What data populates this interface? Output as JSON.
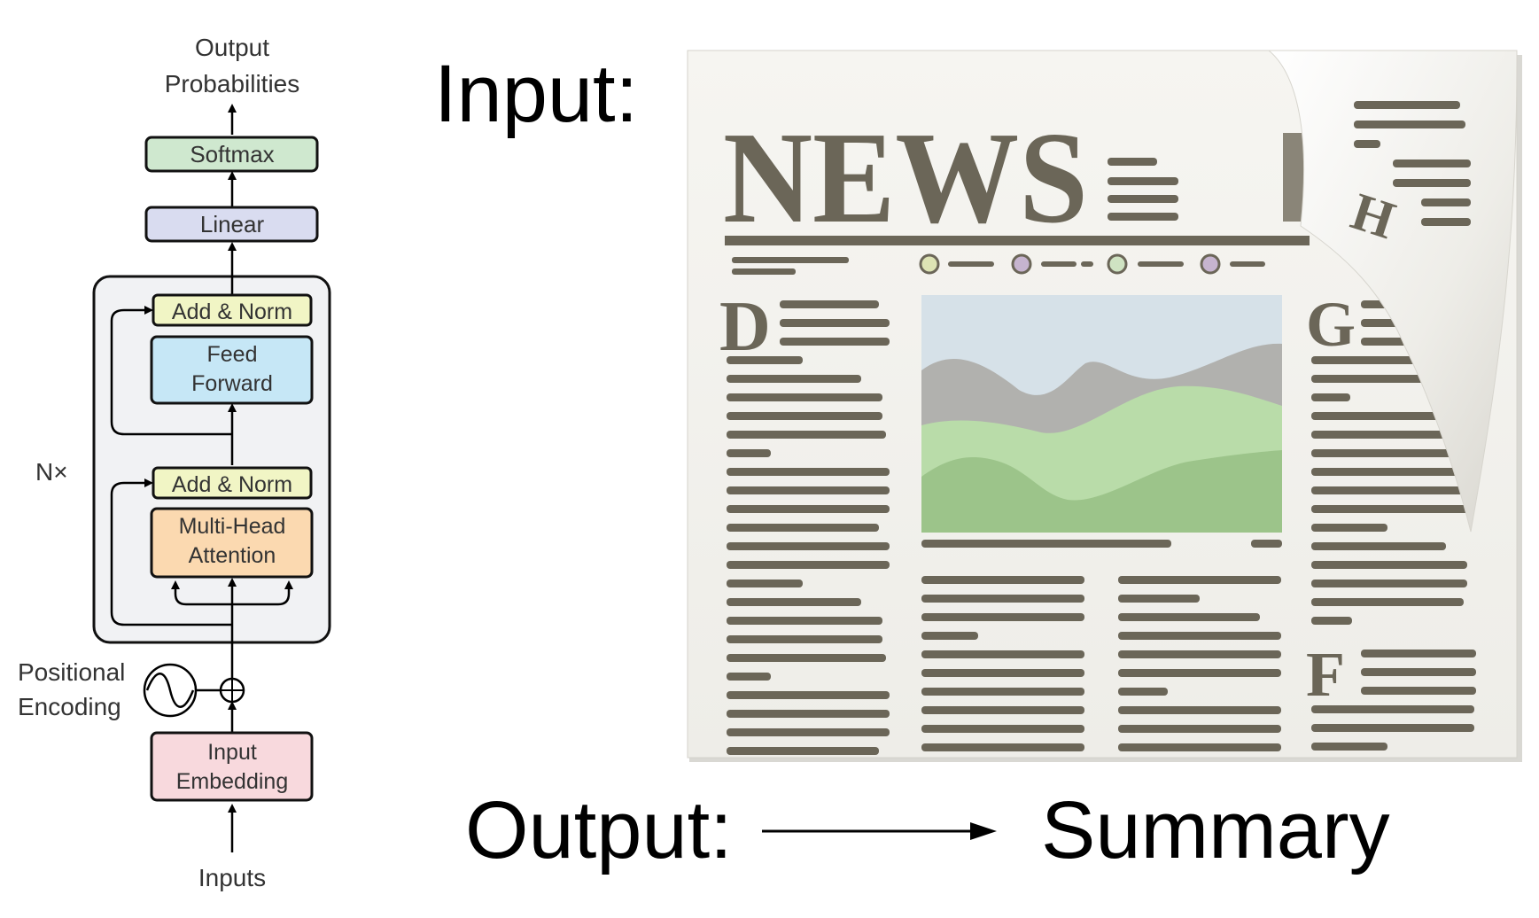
{
  "diagram": {
    "output_label_line1": "Output",
    "output_label_line2": "Probabilities",
    "softmax": "Softmax",
    "linear": "Linear",
    "add_norm_top": "Add & Norm",
    "feed_forward_line1": "Feed",
    "feed_forward_line2": "Forward",
    "add_norm_bottom": "Add & Norm",
    "attention_line1": "Multi-Head",
    "attention_line2": "Attention",
    "nx": "N×",
    "positional_line1": "Positional",
    "positional_line2": "Encoding",
    "embedding_line1": "Input",
    "embedding_line2": "Embedding",
    "inputs": "Inputs",
    "colors": {
      "softmax": "#cfe8cf",
      "linear": "#d9dcf0",
      "add_norm": "#f1f5c5",
      "feed_forward": "#c6e7f6",
      "attention": "#fbd9b0",
      "embedding": "#f8d9dd",
      "block": "#f1f2f4"
    }
  },
  "slide": {
    "input_label": "Input:",
    "output_label": "Output:",
    "summary_label": "Summary"
  },
  "newspaper": {
    "masthead": "NEWS",
    "dropcap_left": "D",
    "dropcap_right_top": "G",
    "dropcap_right_bottom": "F",
    "curl_letter": "H",
    "ink_color": "#6b6658",
    "paper_color": "#f3f2ee"
  }
}
